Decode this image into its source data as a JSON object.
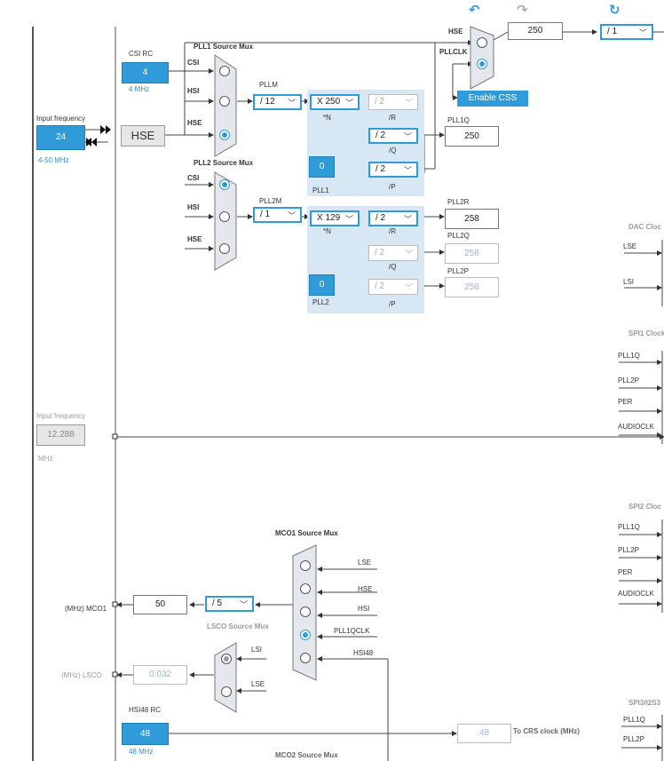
{
  "toolbar": {
    "undo_icon": "undo-icon",
    "redo_icon": "redo-icon",
    "refresh_icon": "refresh-icon"
  },
  "top": {
    "hse_label": "HSE",
    "pllclk_label": "PLLCLK",
    "sysclk_value": "250",
    "div_value": "/ 1",
    "enable_css": "Enable CSS"
  },
  "csi": {
    "title": "CSI RC",
    "value": "4",
    "freq": "4 MHz"
  },
  "pll1_mux": {
    "title": "PLL1 Source Mux",
    "csi": "CSI",
    "hsi": "HSI",
    "hse": "HSE"
  },
  "input_freq": {
    "label": "Input frequency",
    "value": "24",
    "range": "4-50 MHz"
  },
  "hse_box": "HSE",
  "pll1": {
    "m_label": "PLLM",
    "m_value": "/ 12",
    "n_value": "X 250",
    "n_label": "*N",
    "r_value": "/ 2",
    "r_label": "/R",
    "q_value": "/ 2",
    "q_label": "/Q",
    "p_value": "/ 2",
    "p_label": "/P",
    "frac": "0",
    "name": "PLL1",
    "q_out_label": "PLL1Q",
    "q_out_value": "250"
  },
  "pll2_mux": {
    "title": "PLL2 Source Mux",
    "csi": "CSI",
    "hsi": "HSI",
    "hse": "HSE"
  },
  "pll2": {
    "m_label": "PLL2M",
    "m_value": "/ 1",
    "n_value": "X 129",
    "n_label": "*N",
    "r_value": "/ 2",
    "r_label": "/R",
    "q_value": "/ 2",
    "q_label": "/Q",
    "p_value": "/ 2",
    "p_label": "/P",
    "frac": "0",
    "name": "PLL2",
    "r_out_label": "PLL2R",
    "r_out_value": "258",
    "q_out_label": "PLL2Q",
    "q_out_value": "258",
    "p_out_label": "PLL2P",
    "p_out_value": "258"
  },
  "dac": {
    "title": "DAC Cloc",
    "lse": "LSE",
    "lsi": "LSI"
  },
  "spi1": {
    "title": "SPI1 Clock",
    "items": [
      "PLL1Q",
      "PLL2P",
      "PER",
      "AUDIOCLK"
    ]
  },
  "input_freq2": {
    "label": "Input frequency",
    "value": "12.288",
    "unit": "MHz"
  },
  "spi2": {
    "title": "SPI2 Cloc",
    "items": [
      "PLL1Q",
      "PLL2P",
      "PER",
      "AUDIOCLK"
    ]
  },
  "mco1_mux": {
    "title": "MCO1 Source Mux",
    "items": [
      "LSE",
      "HSE",
      "HSI",
      "PLL1QCLK",
      "HSI48"
    ]
  },
  "mco1": {
    "label": "(MHz) MCO1",
    "value": "50",
    "div": "/ 5"
  },
  "lsco_mux": {
    "title": "LSCO Source Mux",
    "lsi": "LSI",
    "lse": "LSE"
  },
  "lsco": {
    "label": "(MHz) LSCO",
    "value": "0.032"
  },
  "hsi48": {
    "title": "HSI48 RC",
    "value": "48",
    "freq": "48 MHz"
  },
  "crs": {
    "value": "48",
    "label": "To CRS clock (MHz)"
  },
  "mco2_mux": {
    "title": "MCO2 Source Mux"
  },
  "spi3": {
    "title": "SPI3/I2S3",
    "items": [
      "PLL1Q",
      "PLL2P"
    ]
  },
  "colors": {
    "accent": "#2f9bd8",
    "panel": "#d7e7f4"
  }
}
